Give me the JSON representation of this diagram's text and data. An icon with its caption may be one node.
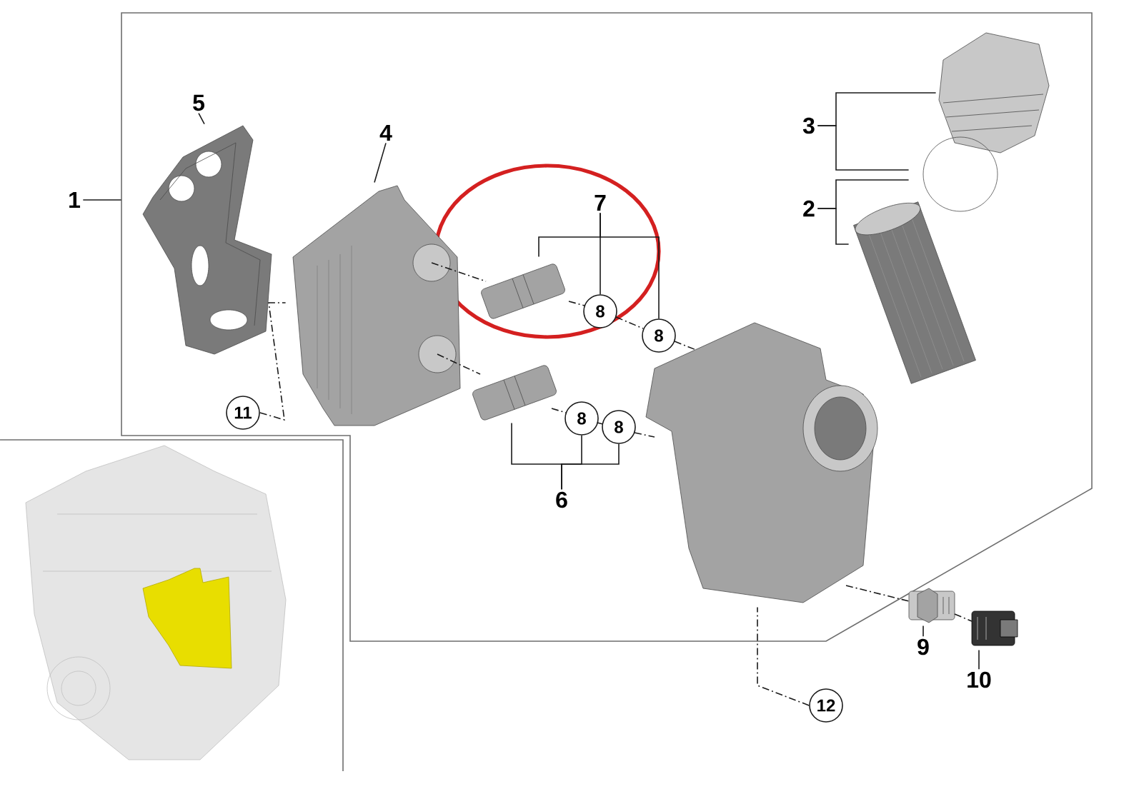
{
  "diagram": {
    "nodes": [
      {
        "text": [
          "1"
        ]
      },
      {
        "text": [],
        "shape": "box"
      },
      {
        "text": [
          "5"
        ],
        "in": 1
      },
      {
        "text": [],
        "shape": "picture",
        "in": 1
      },
      {
        "text": [
          "4"
        ],
        "in": 1
      },
      {
        "text": [],
        "shape": "picture",
        "in": 1
      },
      {
        "text": [
          "7"
        ],
        "in": 1
      },
      {
        "text": [],
        "shape": "picture",
        "in": 1
      },
      {
        "text": [
          "8"
        ],
        "in": 1
      },
      {
        "text": [
          "8"
        ],
        "in": 1
      },
      {
        "text": [
          "3"
        ],
        "in": 1
      },
      {
        "text": [],
        "shape": "picture",
        "in": 1
      },
      {
        "text": [],
        "shape": "circle",
        "in": 1
      },
      {
        "text": [
          "2"
        ],
        "in": 1
      },
      {
        "text": [],
        "shape": "picture",
        "in": 1
      },
      {
        "text": [],
        "shape": "picture",
        "in": 1
      },
      {
        "text": [
          "11"
        ],
        "in": 1
      },
      {
        "text": [],
        "shape": "picture",
        "in": 1
      },
      {
        "text": [
          "8"
        ],
        "in": 1
      },
      {
        "text": [
          "8"
        ],
        "in": 1
      },
      {
        "text": [
          "6"
        ],
        "in": 1
      },
      {
        "text": [
          "9"
        ]
      },
      {
        "text": [],
        "shape": "picture"
      },
      {
        "text": [
          "10"
        ]
      },
      {
        "text": [],
        "shape": "picture"
      },
      {
        "text": [
          "12"
        ]
      }
    ],
    "edges": [
      {
        "from": 0,
        "to": 1,
        "arrow": "none"
      },
      {
        "from": 2,
        "to": 3,
        "arrow": "none"
      },
      {
        "from": 4,
        "to": 5,
        "arrow": "none"
      },
      {
        "from": 6,
        "to": 7,
        "arrow": "none"
      },
      {
        "from": 6,
        "to": 8,
        "arrow": "none"
      },
      {
        "from": 6,
        "to": 9,
        "arrow": "none"
      },
      {
        "from": 10,
        "to": 11,
        "arrow": "none"
      },
      {
        "from": 10,
        "to": 12,
        "arrow": "none"
      },
      {
        "from": 13,
        "to": 12,
        "arrow": "none"
      },
      {
        "from": 13,
        "to": 14,
        "arrow": "none"
      },
      {
        "from": 16,
        "to": 5,
        "arrow": "none",
        "style": "dashed"
      },
      {
        "from": 20,
        "to": 17,
        "arrow": "none"
      },
      {
        "from": 20,
        "to": 18,
        "arrow": "none"
      },
      {
        "from": 20,
        "to": 19,
        "arrow": "none"
      },
      {
        "from": 21,
        "to": 22,
        "arrow": "none"
      },
      {
        "from": 23,
        "to": 24,
        "arrow": "none"
      },
      {
        "from": 25,
        "to": 15,
        "arrow": "none",
        "style": "dashed"
      },
      {
        "from": 5,
        "to": 7,
        "arrow": "none",
        "style": "dashed"
      },
      {
        "from": 7,
        "to": 8,
        "arrow": "none",
        "style": "dashed"
      },
      {
        "from": 8,
        "to": 9,
        "arrow": "none",
        "style": "dashed"
      },
      {
        "from": 9,
        "to": 15,
        "arrow": "none",
        "style": "dashed"
      },
      {
        "from": 5,
        "to": 17,
        "arrow": "none",
        "style": "dashed"
      },
      {
        "from": 17,
        "to": 18,
        "arrow": "none",
        "style": "dashed"
      },
      {
        "from": 18,
        "to": 19,
        "arrow": "none",
        "style": "dashed"
      },
      {
        "from": 19,
        "to": 15,
        "arrow": "none",
        "style": "dashed"
      },
      {
        "from": 15,
        "to": 22,
        "arrow": "none",
        "style": "dashed"
      },
      {
        "from": 22,
        "to": 24,
        "arrow": "none",
        "style": "dashed"
      }
    ]
  }
}
